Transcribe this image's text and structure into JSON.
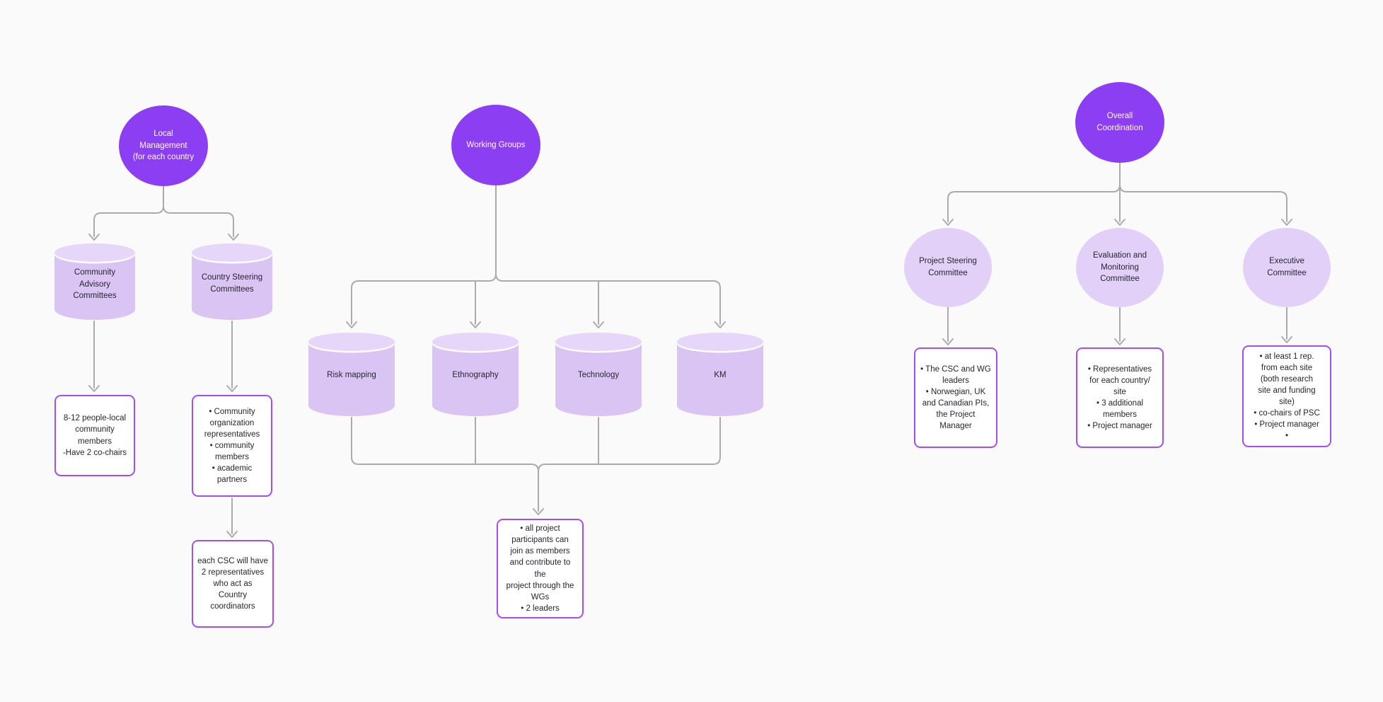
{
  "diagram": {
    "background": "#fafafa",
    "colors": {
      "primary_circle": "#8c3ef2",
      "light_circle": "#e2d0f8",
      "cylinder_body": "#dac4f4",
      "cylinder_top": "#e6d6fa",
      "note_border": "#a14ef5",
      "connector": "#ababab",
      "text_dark": "#26262e",
      "text_light": "#ffffff"
    },
    "local_management": {
      "root_label": "Local\nManagement\n(for each country",
      "cac_label": "Community\nAdvisory\nCommittees",
      "csc_label": "Country Steering\nCommittees",
      "cac_note": "8-12 people-local\ncommunity\nmembers\n-Have 2 co-chairs",
      "csc_note": "• Community\norganization\nrepresentatives\n• community\nmembers\n• academic\npartners",
      "csc_note2": "each CSC will have\n2 representatives\nwho act as\nCountry\ncoordinators"
    },
    "working_groups": {
      "root_label": "Working Groups",
      "wg1_label": "Risk mapping",
      "wg2_label": "Ethnography",
      "wg3_label": "Technology",
      "wg4_label": "KM",
      "note": "• all project\nparticipants can\njoin as members\nand contribute to\nthe\nproject through the\nWGs\n• 2 leaders"
    },
    "overall_coordination": {
      "root_label": "Overall\nCoordination",
      "psc_label": "Project Steering\nCommittee",
      "emc_label": "Evaluation and\nMonitoring\nCommittee",
      "ec_label": "Executive\nCommittee",
      "psc_note": "• The CSC and WG\nleaders\n• Norwegian, UK\nand Canadian PIs,\nthe Project\nManager",
      "emc_note": "• Representatives\nfor each country/\nsite\n• 3 additional\nmembers\n• Project manager",
      "ec_note": "• at least 1 rep.\nfrom each site\n(both research\nsite and funding\nsite)\n• co-chairs of PSC\n• Project manager\n•"
    }
  }
}
